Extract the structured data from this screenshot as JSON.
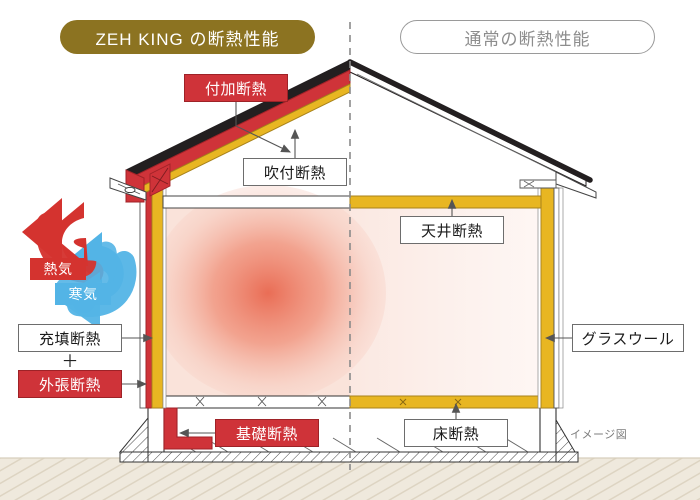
{
  "headers": {
    "left_pill": "ZEH KING の断熱性能",
    "right_pill": "通常の断熱性能"
  },
  "labels": {
    "fuka_dannetsu": "付加断熱",
    "fukitsuke_dannetsu": "吹付断熱",
    "tenjo_dannetsu": "天井断熱",
    "juten_dannetsu": "充填断熱",
    "plus": "＋",
    "sotobari_dannetsu": "外張断熱",
    "glass_wool": "グラスウール",
    "kiso_dannetsu": "基礎断熱",
    "yuka_dannetsu": "床断熱"
  },
  "airflow": {
    "hot_air": "熱気",
    "cold_air": "寒気"
  },
  "caption": "イメージ図",
  "colors": {
    "gold_badge": "#8c7321",
    "red_insulation": "#cf3339",
    "yellow_insulation": "#e8b622",
    "dark_outline": "#231f20",
    "blue_cold": "#53b4e6",
    "red_hot": "#d4332f",
    "gray_border": "#6d6d6d",
    "interior_warm": "#e8634a",
    "ground_hatch": "#e9e2d4"
  }
}
